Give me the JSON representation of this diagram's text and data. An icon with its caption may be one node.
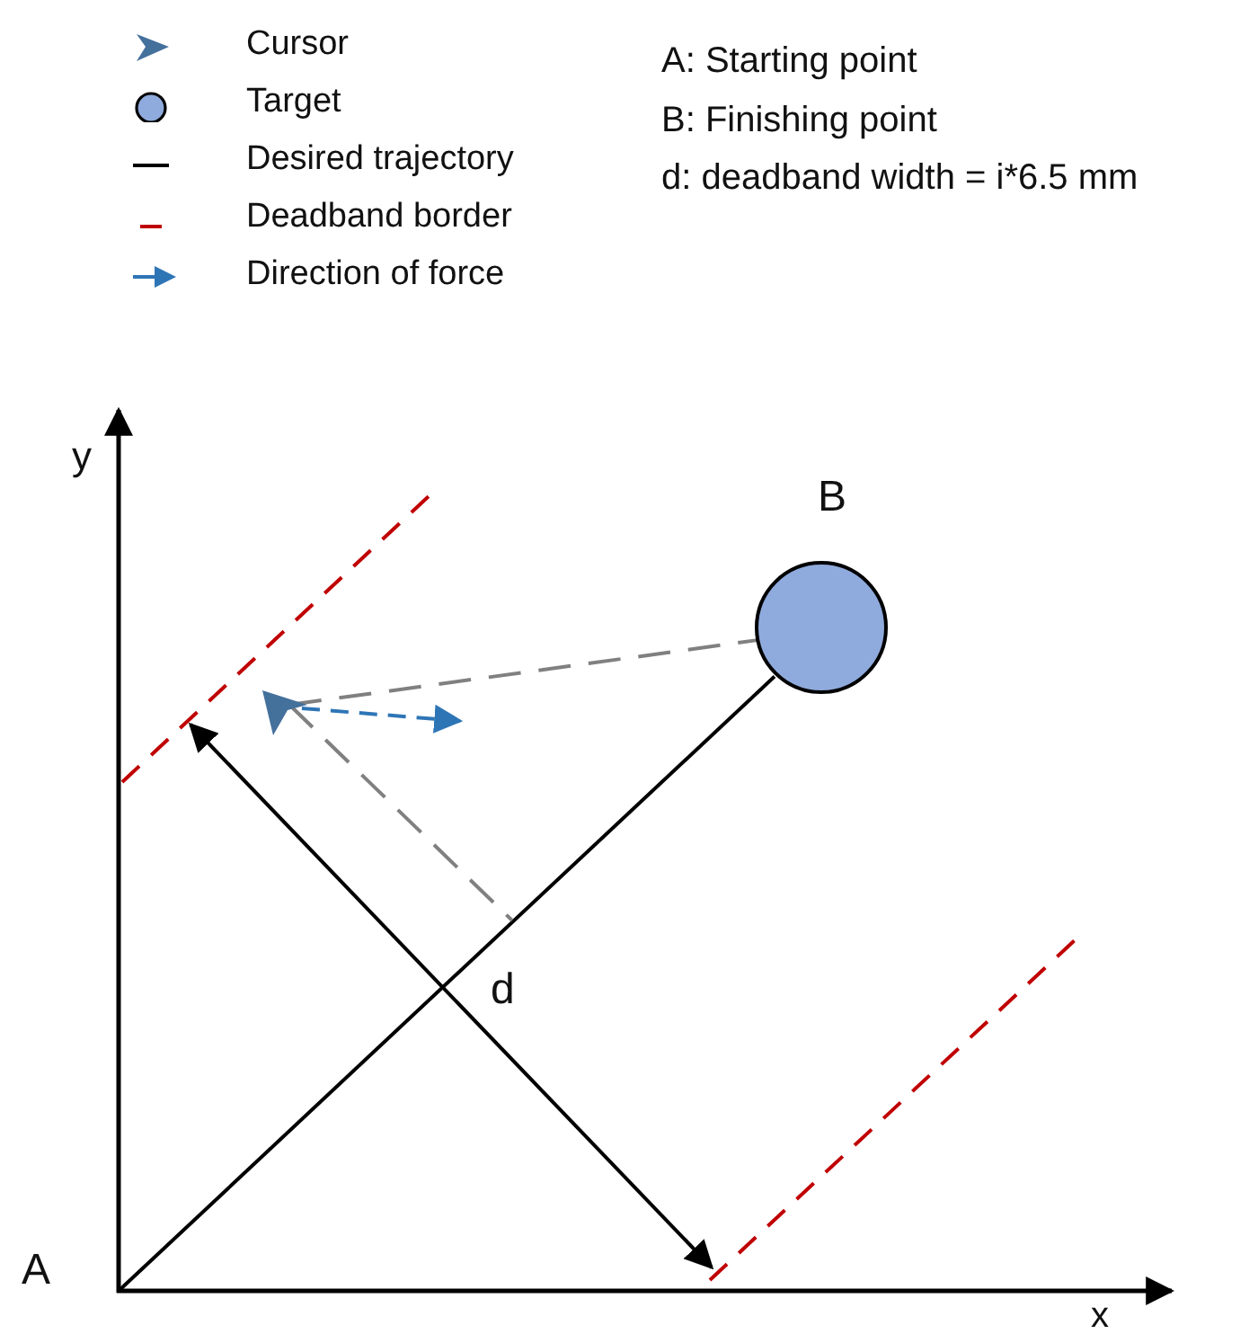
{
  "diagram": {
    "nodes": [
      {
        "text": [
          "A"
        ]
      },
      {
        "text": [
          "B"
        ]
      },
      {
        "text": [],
        "shape": "triangle"
      }
    ],
    "edges": [
      {
        "from": 0,
        "to": 1,
        "arrow": "none",
        "color": "#000000"
      },
      {
        "from": 2,
        "to": 1,
        "arrow": "none",
        "style": "dashed",
        "color": "#808080"
      },
      {
        "from": 2,
        "to": null,
        "arrow": "none",
        "style": "dashed",
        "color": "#808080"
      }
    ],
    "labels": [
      "A: Starting point",
      "B: Finishing point",
      "d: deadband width = i*6.5 mm",
      "y",
      "d",
      "x"
    ],
    "legend": [
      {
        "text": "Cursor"
      },
      {
        "text": "Target"
      },
      {
        "text": "Desired trajectory"
      },
      {
        "text": "Deadband border"
      },
      {
        "text": "Direction of force"
      }
    ]
  }
}
